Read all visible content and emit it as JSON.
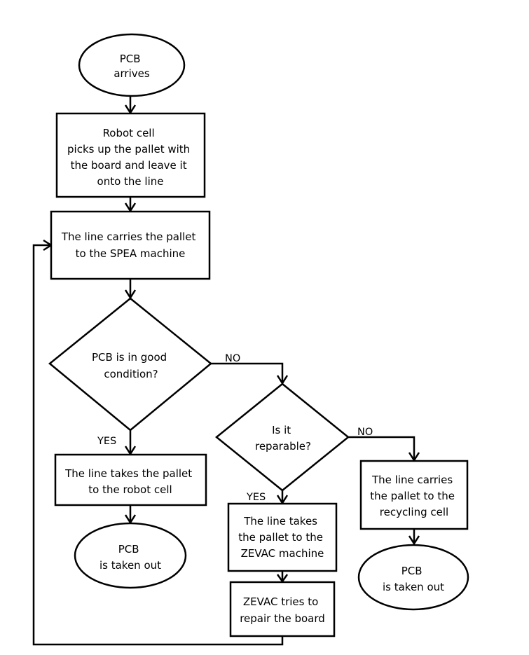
{
  "nodes": {
    "start": {
      "lines": [
        "PCB",
        "arrives"
      ]
    },
    "robot_cell": {
      "lines": [
        "Robot cell",
        "picks up the pallet with",
        "the board and leave it",
        "onto the line"
      ]
    },
    "to_spea": {
      "lines": [
        "The line carries the pallet",
        "to the SPEA machine"
      ]
    },
    "good_condition": {
      "lines": [
        "PCB is in good",
        "condition?"
      ]
    },
    "to_robot": {
      "lines": [
        "The line takes the pallet",
        "to the robot cell"
      ]
    },
    "taken_out_1": {
      "lines": [
        "PCB",
        "is taken out"
      ]
    },
    "reparable": {
      "lines": [
        "Is it",
        "reparable?"
      ]
    },
    "to_zevac": {
      "lines": [
        "The line takes",
        "the pallet to the",
        "ZEVAC machine"
      ]
    },
    "zevac_repair": {
      "lines": [
        "ZEVAC tries to",
        "repair the board"
      ]
    },
    "to_recycling": {
      "lines": [
        "The line carries",
        "the pallet to the",
        "recycling cell"
      ]
    },
    "taken_out_2": {
      "lines": [
        "PCB",
        "is taken out"
      ]
    }
  },
  "edge_labels": {
    "good_yes": "YES",
    "good_no": "NO",
    "reparable_yes": "YES",
    "reparable_no": "NO"
  }
}
